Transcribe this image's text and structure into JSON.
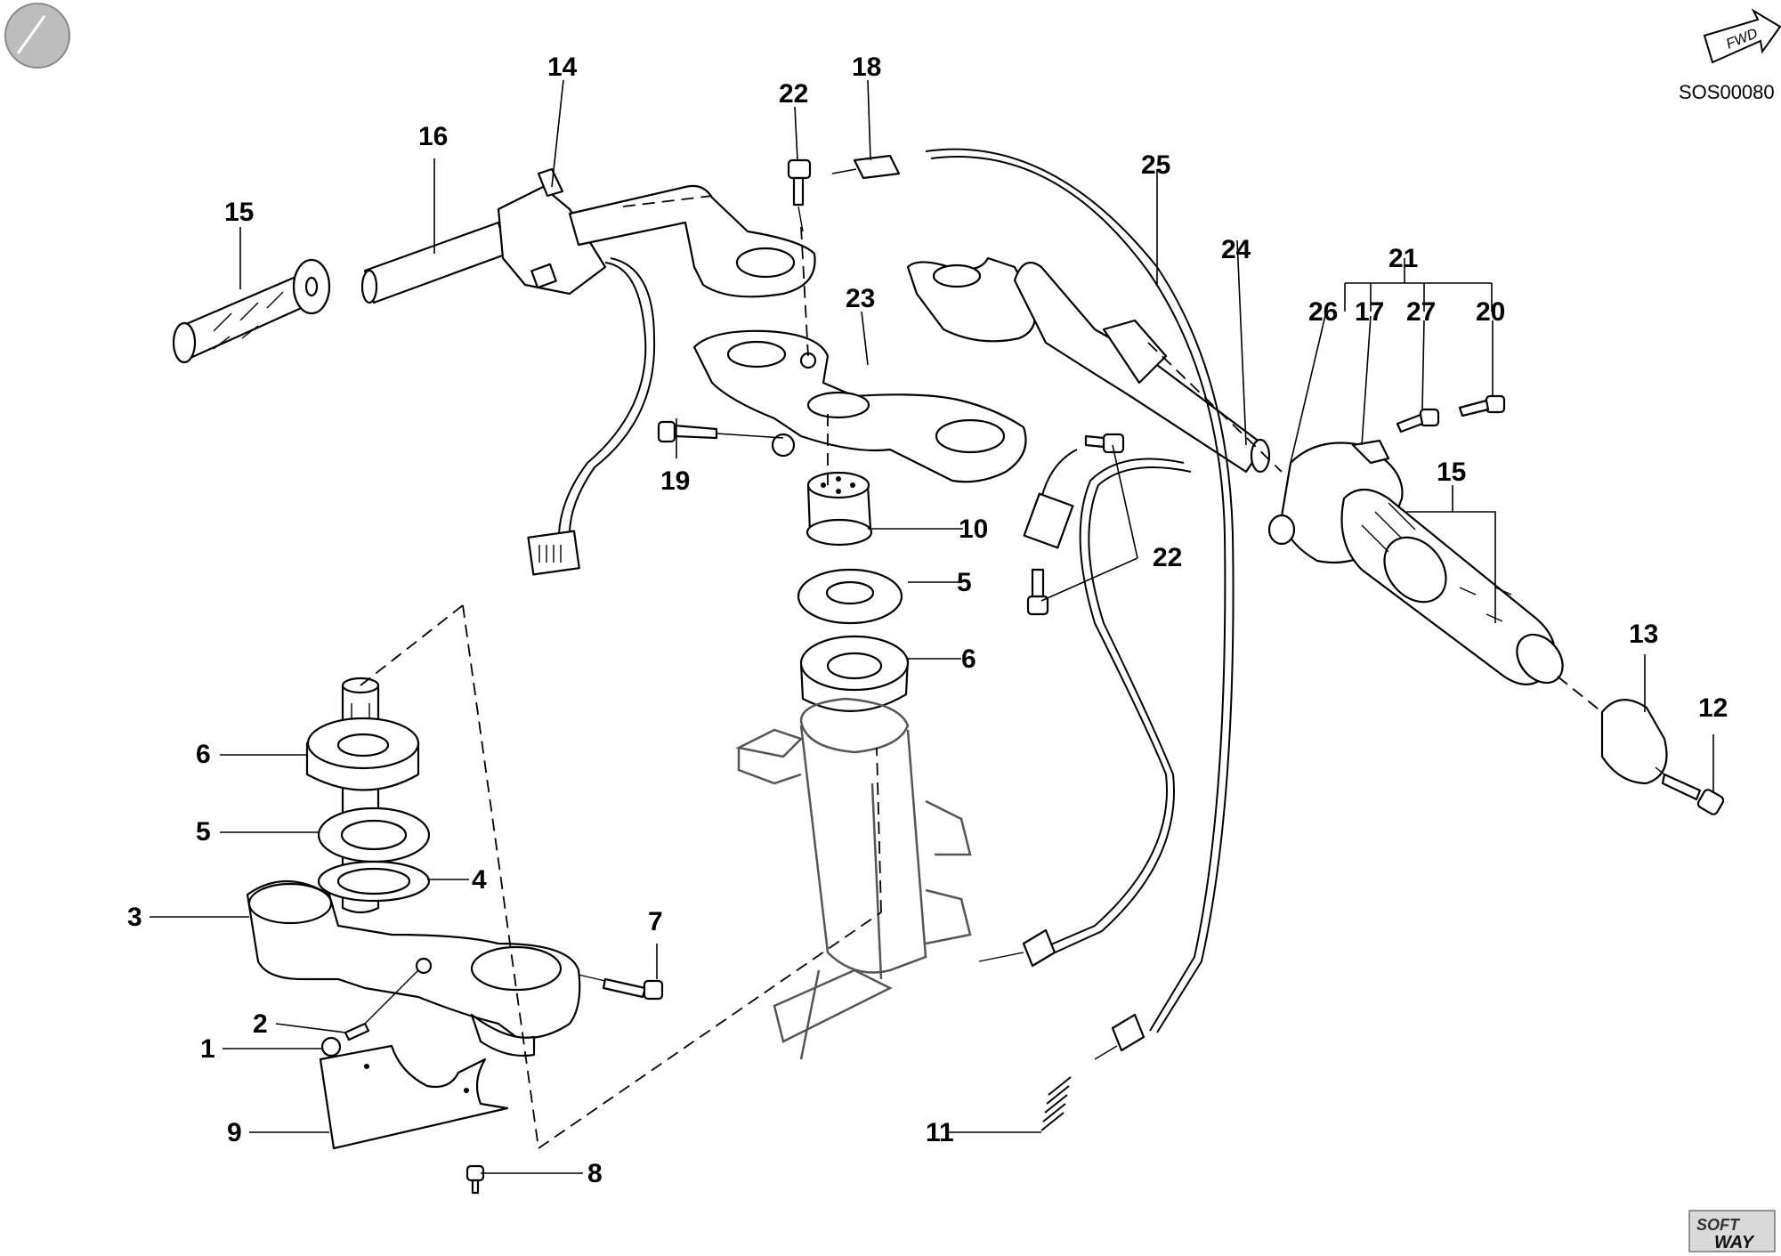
{
  "diagram": {
    "code": "SOS00080",
    "badge": "FWD",
    "brand_line1": "SOFT",
    "brand_line2": "WAY",
    "callouts": {
      "c1": "1",
      "c2": "2",
      "c3": "3",
      "c4": "4",
      "c5a": "5",
      "c5b": "5",
      "c6a": "6",
      "c6b": "6",
      "c7": "7",
      "c8": "8",
      "c9": "9",
      "c10": "10",
      "c11": "11",
      "c12": "12",
      "c13": "13",
      "c14": "14",
      "c15a": "15",
      "c15b": "15",
      "c16": "16",
      "c17": "17",
      "c18": "18",
      "c19": "19",
      "c20": "20",
      "c21": "21",
      "c22a": "22",
      "c22b": "22",
      "c23": "23",
      "c24": "24",
      "c25": "25",
      "c26": "26",
      "c27": "27"
    }
  }
}
